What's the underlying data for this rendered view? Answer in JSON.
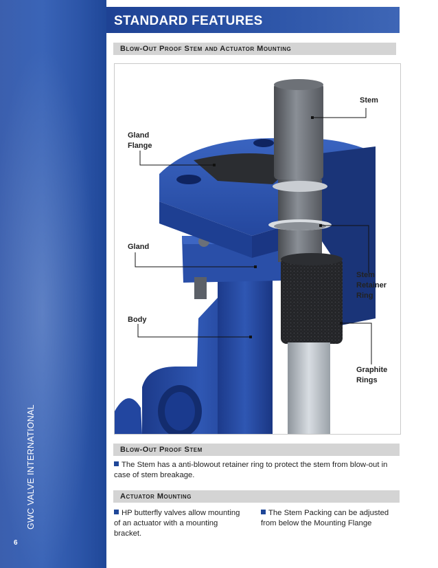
{
  "sidebar": {
    "company": "GWC VALVE INTERNATIONAL",
    "page_number": "6"
  },
  "header": {
    "title": "STANDARD FEATURES"
  },
  "figure": {
    "section_title": "Blow-Out Proof Stem and Actuator Mounting",
    "callouts": {
      "stem": "Stem",
      "gland_flange": "Gland\nFlange",
      "gland": "Gland",
      "stem_retainer_ring": "Stem\nRetainer\nRing",
      "body": "Body",
      "graphite_rings": "Graphite\nRings"
    }
  },
  "blowout": {
    "title": "Blow-Out Proof Stem",
    "text": "The Stem has a anti-blowout retainer ring to protect the stem from blow-out in case of stem breakage."
  },
  "actuator": {
    "title": "Actuator Mounting",
    "bullet_1": "HP butterfly valves allow mounting of an actuator with a mounting bracket.",
    "bullet_2": "The Stem Packing can be adjusted from below the Mounting Flange"
  },
  "colors": {
    "brand_blue": "#1f4798",
    "valve_blue": "#2a4fa8",
    "section_gray": "#d4d4d4"
  }
}
